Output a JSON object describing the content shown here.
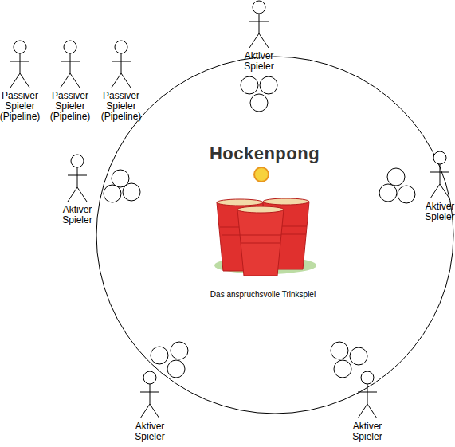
{
  "diagram": {
    "title": "Hockenpong",
    "caption": "Das anspruchsvolle Trinkspiel",
    "nodes": [
      {
        "text": [
          "Passiver Spieler (Pipeline)"
        ]
      },
      {
        "text": [
          "Passiver Spieler (Pipeline)"
        ]
      },
      {
        "text": [
          "Passiver Spieler (Pipeline)"
        ]
      },
      {
        "text": [
          "Aktiver Spieler"
        ]
      },
      {
        "text": [
          "Aktiver Spieler"
        ]
      },
      {
        "text": [
          "Aktiver Spieler"
        ]
      },
      {
        "text": [
          "Aktiver Spieler"
        ]
      },
      {
        "text": [
          "Aktiver Spieler"
        ]
      }
    ]
  }
}
